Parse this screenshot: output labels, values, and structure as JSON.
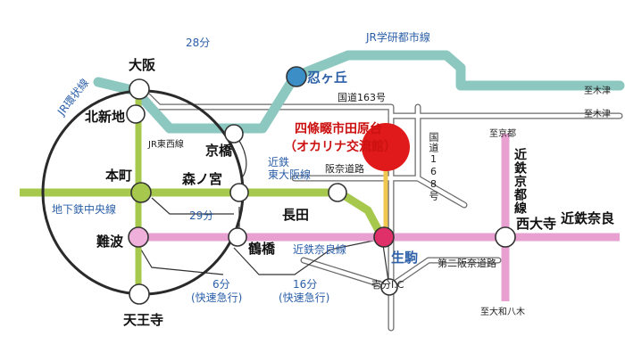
{
  "map": {
    "destination": {
      "line1": "四條畷市田原台",
      "line2": "（オカリナ交流館）"
    },
    "stations": {
      "osaka": "大阪",
      "kitashinchi": "北新地",
      "honmachi": "本町",
      "namba": "難波",
      "tennoji": "天王寺",
      "kyobashi": "京橋",
      "morinomiya": "森ノ宮",
      "tsuruhashi": "鶴橋",
      "nagata": "長田",
      "ikoma": "生駒",
      "shinobugaoka": "忍ヶ丘",
      "saidaiji": "西大寺",
      "kintetsu_nara": "近鉄奈良"
    },
    "lines": {
      "jr_loop": "JR環状線",
      "jr_tozai": "JR東西線",
      "jr_gakkentoshi": "JR学研都市線",
      "chuo": "地下鉄中央線",
      "higashi_osaka": [
        "近鉄",
        "東大阪線"
      ],
      "nara_line": "近鉄奈良線",
      "kyoto_line": "近鉄京都線"
    },
    "times": {
      "t28": "28分",
      "t29": "29分",
      "t6": "6分",
      "t6_sub": "(快速急行)",
      "t16": "16分",
      "t16_sub": "(快速急行)"
    },
    "roads": {
      "route163": "国道163号",
      "route168": "国道168号",
      "hanna": "阪奈道路",
      "daini_hanna": "第二阪奈道路",
      "ichibu_ic": "壱分I.C"
    },
    "directions": {
      "kizu1": "至木津",
      "kizu2": "至木津",
      "kyoto": "至京都",
      "yamato_yagi": "至大和八木"
    },
    "colors": {
      "jr_gakken": "#8cc8c0",
      "chuo": "#a6c84c",
      "nara": "#e8a0d0",
      "loop": "#2a2a2a",
      "route168": "#f0c850",
      "destination": "#e01a1a",
      "label_blue": "#2b5fa8"
    }
  }
}
